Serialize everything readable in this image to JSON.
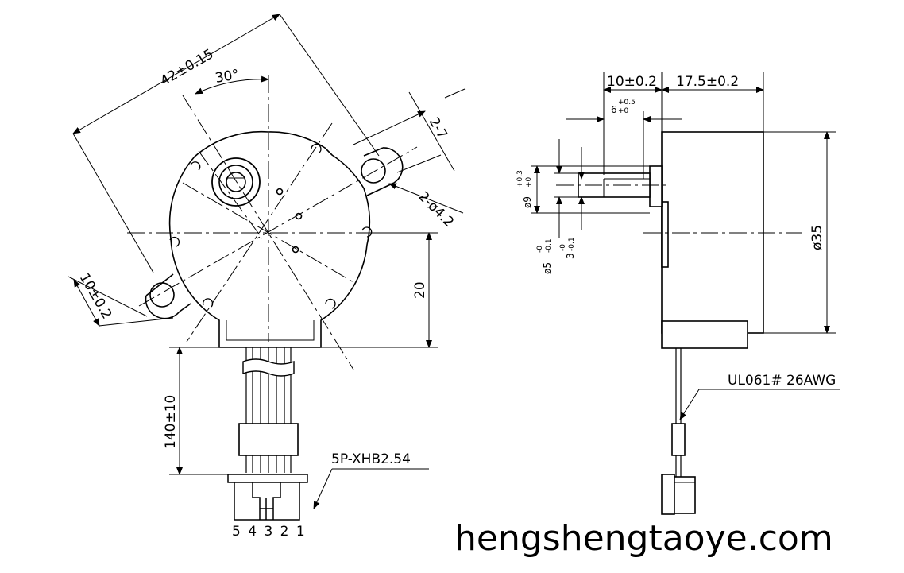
{
  "front_view": {
    "dim_width": "42±0.15",
    "dim_angle": "30°",
    "dim_slot": "2-7",
    "dim_holes": "2-ø4.2",
    "dim_ear": "10±0.2",
    "dim_offset": "20",
    "dim_lead_length": "140±10",
    "connector_label": "5P-XHB2.54",
    "pin_numbers": "5 4 3 2 1"
  },
  "side_view": {
    "dim_shaft_length": "10±0.2",
    "dim_body_depth": "17.5±0.2",
    "dim_flat_len": "6",
    "dim_flat_len_tol": "+0.5",
    "dim_flat_len_tol2": "+0",
    "dim_boss_dia": "ø9",
    "dim_boss_tol": "+0.3",
    "dim_boss_tol2": "+0",
    "dim_shaft_dia": "ø5",
    "dim_shaft_dia_tol": "-0",
    "dim_shaft_dia_tol2": "-0.1",
    "dim_flat": "3",
    "dim_flat_tol": "-0",
    "dim_flat_tol2": "-0.1",
    "dim_body_dia": "ø35",
    "wire_label": "UL061# 26AWG"
  },
  "watermark": "hengshengtaoye.com",
  "colors": {
    "ink": "#000000",
    "background": "#ffffff"
  }
}
